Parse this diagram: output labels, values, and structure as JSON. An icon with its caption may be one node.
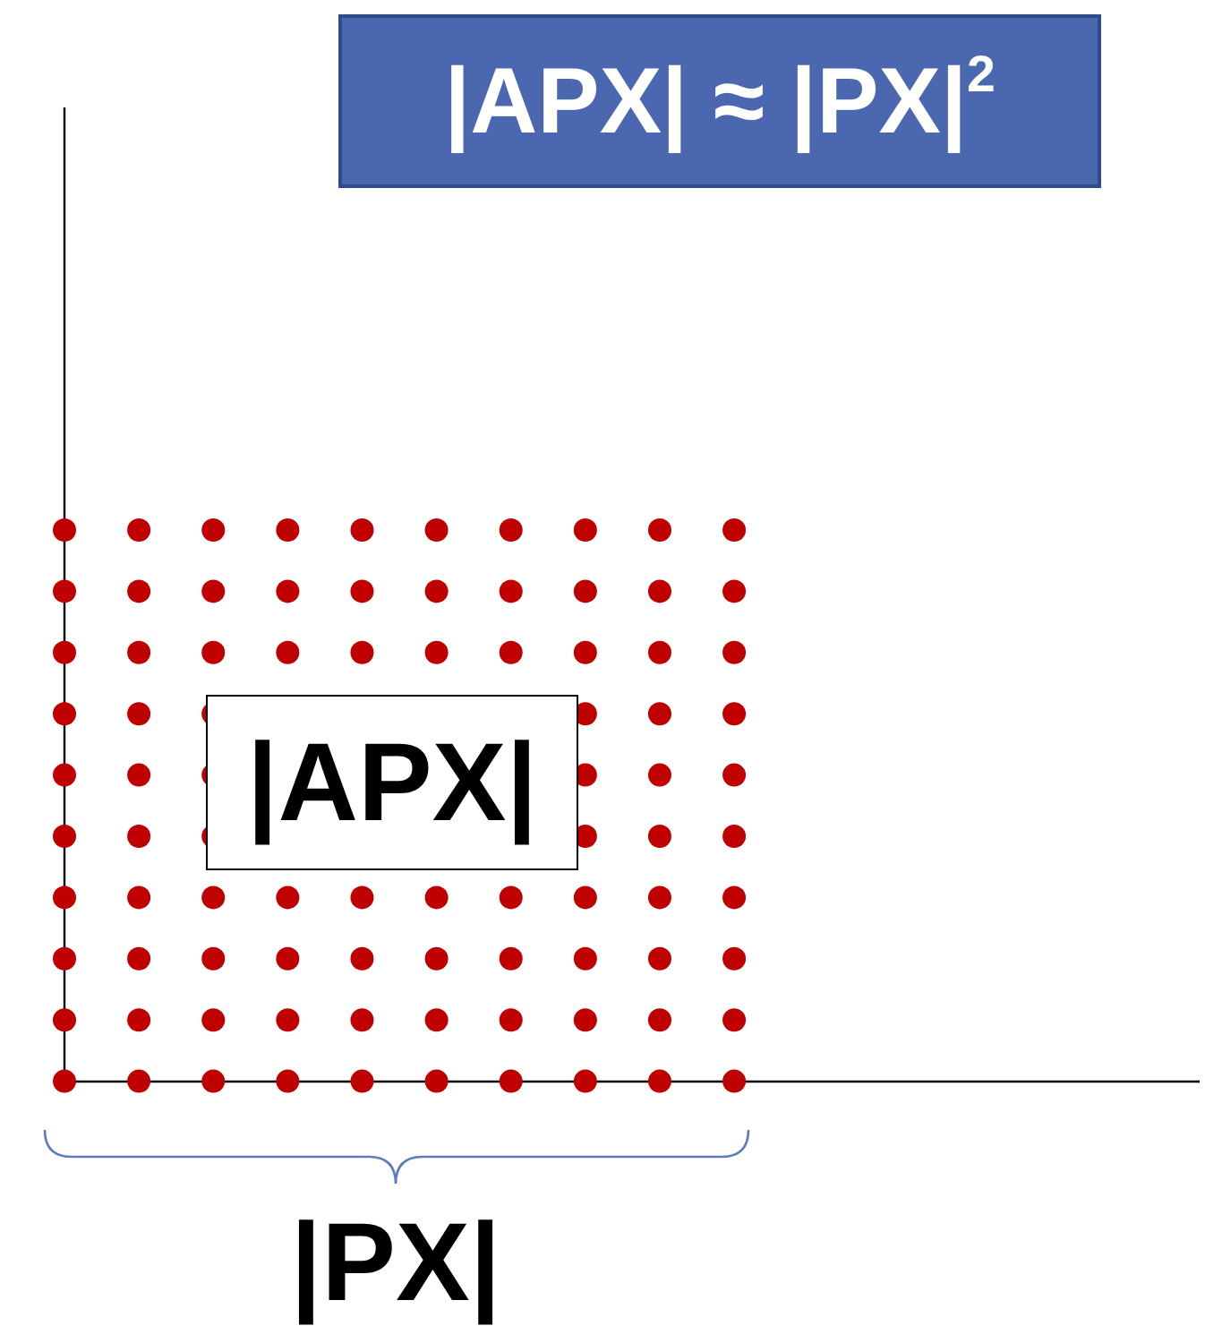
{
  "diagram": {
    "nodes": [
      {
        "text": [
          "|APX| ≈ |PX|$^{2}$"
        ]
      },
      {
        "text": [
          "|APX|"
        ]
      }
    ],
    "labels": [
      "|PX|"
    ]
  }
}
